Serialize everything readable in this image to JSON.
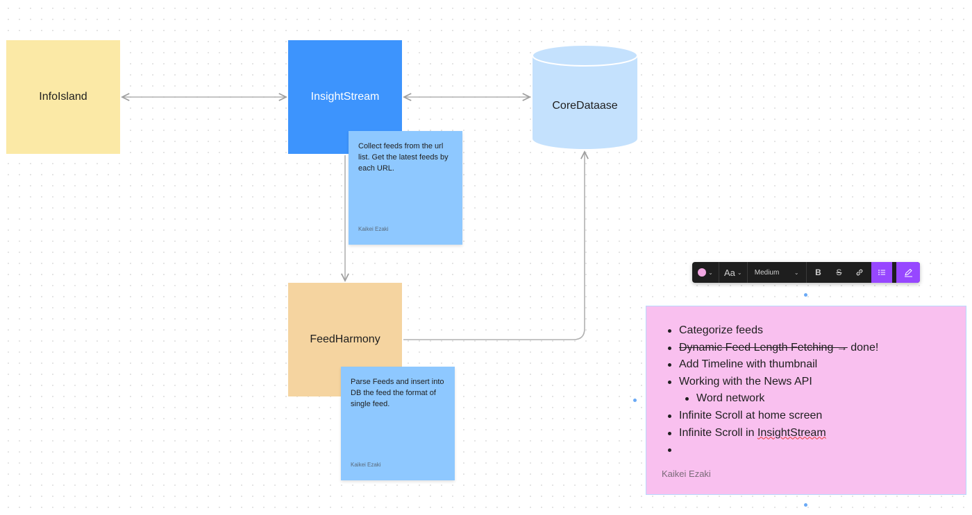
{
  "nodes": {
    "infoisland": "InfoIsland",
    "insightstream": "InsightStream",
    "coredatabase": "CoreDataase",
    "feedharmony": "FeedHarmony"
  },
  "stickies": {
    "collect": {
      "text": "Collect feeds from the url list. Get the latest feeds by each URL.",
      "author": "Kaikei Ezaki"
    },
    "parse": {
      "text": "Parse Feeds and insert into DB the feed the format of single feed.",
      "author": "Kaikei Ezaki"
    }
  },
  "toolbar": {
    "color_icon": "color-dot",
    "font_label": "Aa",
    "size_label": "Medium",
    "bold_label": "B",
    "strike_label": "S",
    "link_icon": "link",
    "list_icon": "bulleted-list",
    "highlight_icon": "pen"
  },
  "todo_note": {
    "items": {
      "i0": "Categorize feeds",
      "i1_struck": "Dynamic Feed Length Fetching →",
      "i1_rest": " done!",
      "i2": "Add Timeline with thumbnail",
      "i3": "Working with the News API",
      "i4_sub": "Word network",
      "i5": "Infinite Scroll at home screen",
      "i6_prefix": "Infinite Scroll in ",
      "i6_misspelled": "InsightStream",
      "i7": ""
    },
    "author": "Kaikei Ezaki"
  },
  "colors": {
    "yellow_box": "#fbe9a6",
    "blue_box": "#3d94fd",
    "cylinder": "#c4e1fd",
    "orange_box": "#f5d4a0",
    "sticky_blue": "#8ec8ff",
    "pink_note": "#f9c0ef",
    "toolbar_accent": "#9747ff",
    "connector": "#b0b0b0"
  }
}
